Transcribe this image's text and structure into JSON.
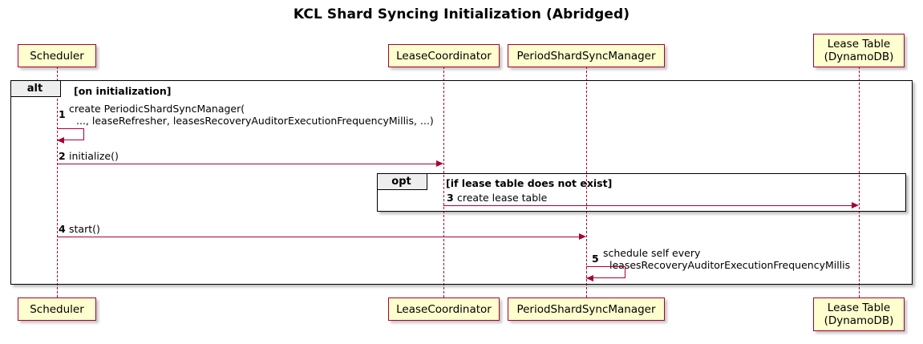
{
  "title": "KCL Shard Syncing Initialization (Abridged)",
  "colors": {
    "participant_fill": "#FEFECE",
    "participant_border": "#A80036",
    "arrow": "#A80036",
    "frame_border": "#000000",
    "frame_tab_fill": "#EEEEEE",
    "background": "#FFFFFF"
  },
  "participants": [
    {
      "id": "scheduler",
      "label_line1": "Scheduler",
      "label_line2": ""
    },
    {
      "id": "lease-coordinator",
      "label_line1": "LeaseCoordinator",
      "label_line2": ""
    },
    {
      "id": "period-shard-sync-manager",
      "label_line1": "PeriodShardSyncManager",
      "label_line2": ""
    },
    {
      "id": "lease-table",
      "label_line1": "Lease Table",
      "label_line2": "(DynamoDB)"
    }
  ],
  "fragments": [
    {
      "id": "alt",
      "keyword": "alt",
      "condition": "[on initialization]"
    },
    {
      "id": "opt",
      "keyword": "opt",
      "condition": "[if lease table does not exist]"
    }
  ],
  "messages": [
    {
      "number": "1",
      "from": "scheduler",
      "to": "scheduler",
      "self": true,
      "text_line1": "create PeriodicShardSyncManager(",
      "text_line2": "..., leaseRefresher, leasesRecoveryAuditorExecutionFrequencyMillis, ...)"
    },
    {
      "number": "2",
      "from": "scheduler",
      "to": "lease-coordinator",
      "self": false,
      "text_line1": "initialize()",
      "text_line2": ""
    },
    {
      "number": "3",
      "from": "lease-coordinator",
      "to": "lease-table",
      "self": false,
      "text_line1": "create lease table",
      "text_line2": ""
    },
    {
      "number": "4",
      "from": "scheduler",
      "to": "period-shard-sync-manager",
      "self": false,
      "text_line1": "start()",
      "text_line2": ""
    },
    {
      "number": "5",
      "from": "period-shard-sync-manager",
      "to": "period-shard-sync-manager",
      "self": true,
      "text_line1": "schedule self every",
      "text_line2": "leasesRecoveryAuditorExecutionFrequencyMillis"
    }
  ]
}
